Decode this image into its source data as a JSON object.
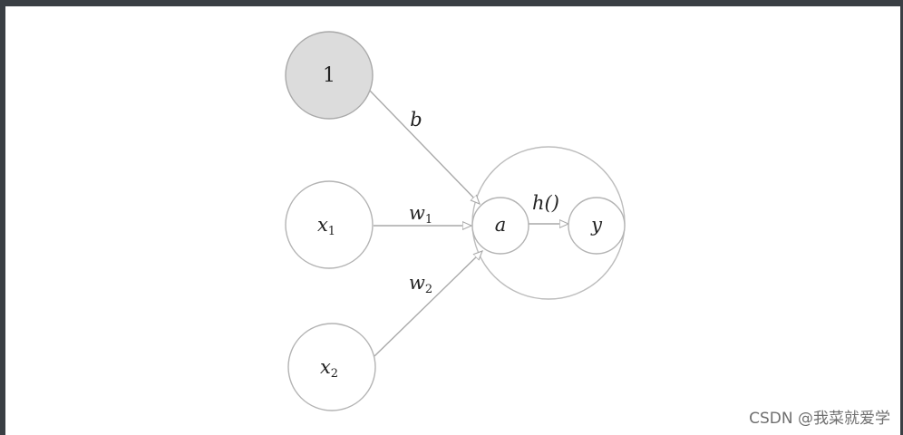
{
  "nodes": {
    "bias": {
      "label": "1"
    },
    "x1": {
      "label": "x",
      "sub": "1"
    },
    "x2": {
      "label": "x",
      "sub": "2"
    },
    "a": {
      "label": "a"
    },
    "y": {
      "label": "y"
    }
  },
  "edges": {
    "b": {
      "label": "b"
    },
    "w1": {
      "label": "w",
      "sub": "1"
    },
    "w2": {
      "label": "w",
      "sub": "2"
    },
    "h": {
      "label": "h()"
    }
  },
  "colors": {
    "stroke": "#b3b3b3",
    "bias_fill": "#dcdcdc"
  },
  "watermark": "CSDN @我菜就爱学"
}
